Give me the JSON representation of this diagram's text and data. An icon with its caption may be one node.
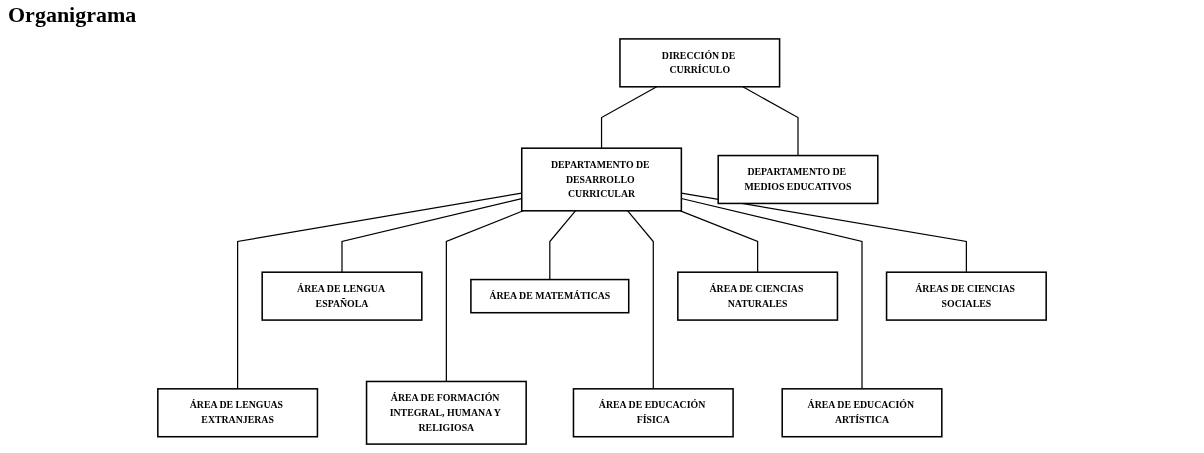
{
  "diagram": {
    "title": "Organigrama",
    "nodes": [
      {
        "text": [
          "DIRECCIÓN DE CURRÍCULO"
        ]
      },
      {
        "text": [
          "DEPARTAMENTO DE DESARROLLO CURRICULAR"
        ]
      },
      {
        "text": [
          "DEPARTAMENTO DE MEDIOS EDUCATIVOS"
        ]
      },
      {
        "text": [
          "ÁREA DE LENGUA ESPAÑOLA"
        ]
      },
      {
        "text": [
          "ÁREA DE MATEMÁTICAS"
        ]
      },
      {
        "text": [
          "ÁREA DE CIENCIAS NATURALES"
        ]
      },
      {
        "text": [
          "ÁREAS DE CIENCIAS SOCIALES"
        ]
      },
      {
        "text": [
          "ÁREA DE LENGUAS EXTRANJERAS"
        ]
      },
      {
        "text": [
          "ÁREA DE FORMACIÓN INTEGRAL, HUMANA Y RELIGIOSA"
        ]
      },
      {
        "text": [
          "ÁREA DE EDUCACIÓN FÍSICA"
        ]
      },
      {
        "text": [
          "ÁREA DE EDUCACIÓN ARTÍSTICA"
        ]
      }
    ],
    "edges": [
      {
        "from": 0,
        "to": 1,
        "arrow": "none"
      },
      {
        "from": 0,
        "to": 2,
        "arrow": "none"
      },
      {
        "from": 1,
        "to": 3,
        "arrow": "none"
      },
      {
        "from": 1,
        "to": 4,
        "arrow": "none"
      },
      {
        "from": 1,
        "to": 5,
        "arrow": "none"
      },
      {
        "from": 1,
        "to": 6,
        "arrow": "none"
      },
      {
        "from": 1,
        "to": 7,
        "arrow": "none"
      },
      {
        "from": 1,
        "to": 8,
        "arrow": "none"
      },
      {
        "from": 1,
        "to": 9,
        "arrow": "none"
      },
      {
        "from": 1,
        "to": 10,
        "arrow": "none"
      }
    ]
  }
}
